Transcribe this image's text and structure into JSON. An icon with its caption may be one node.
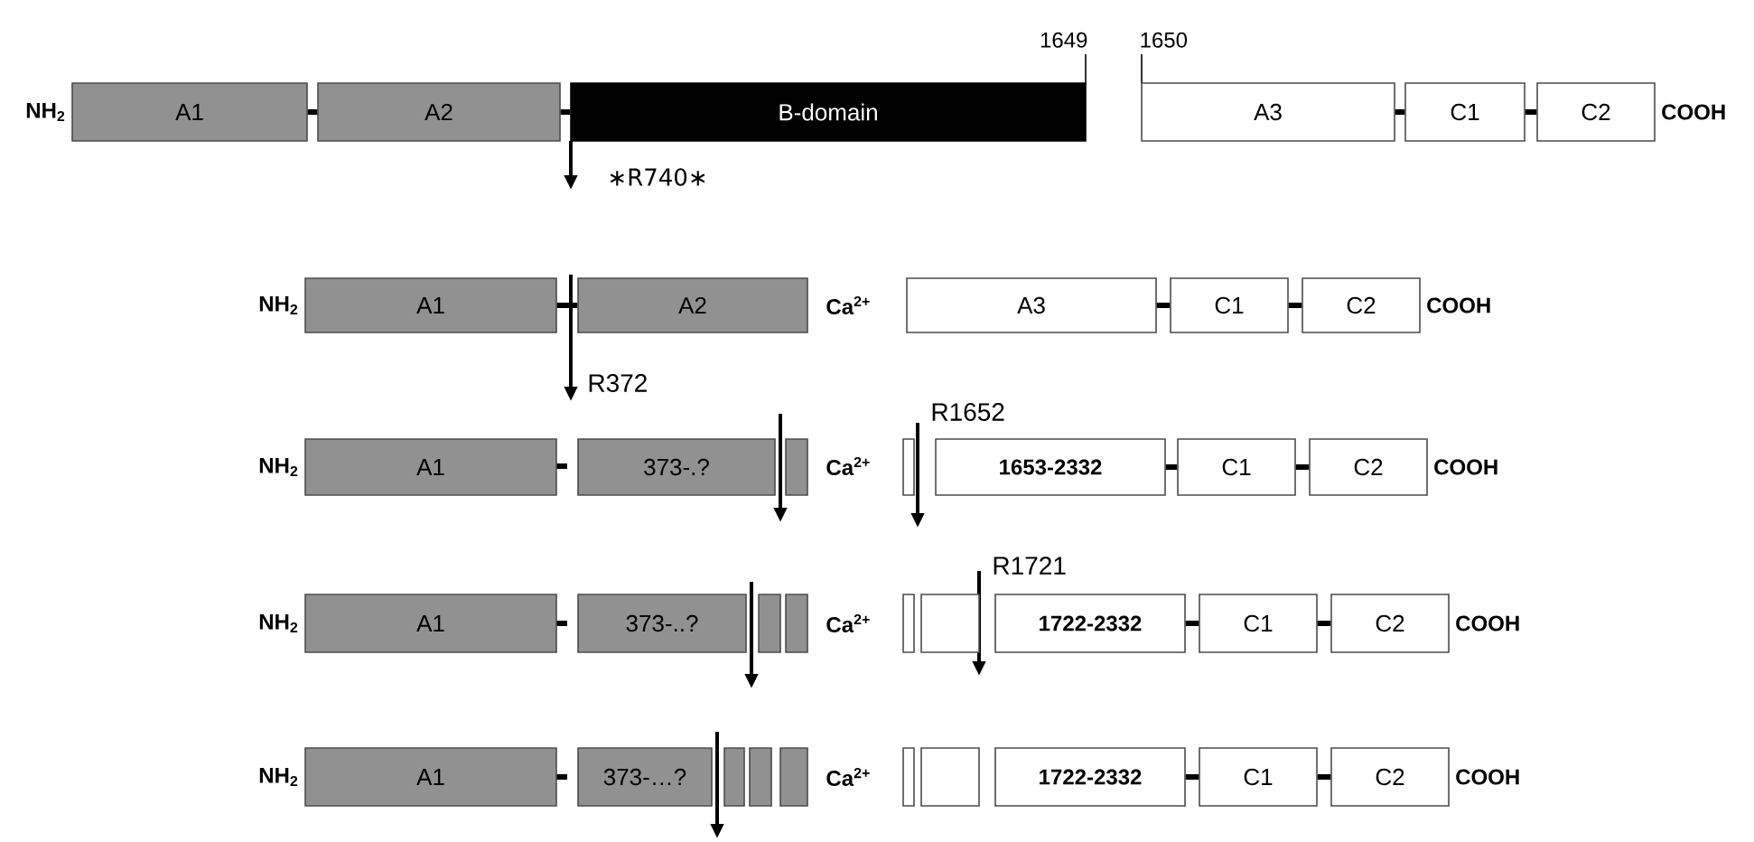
{
  "diagram": {
    "nodes": [
      {
        "text": [
          "A1"
        ],
        "beside": [
          "NH$_{2}$"
        ]
      },
      {
        "text": [
          "A2"
        ]
      },
      {
        "text": [
          "B-domain"
        ],
        "beside": [
          "1649"
        ]
      },
      {
        "text": [
          "A3"
        ],
        "beside": [
          "1650"
        ]
      },
      {
        "text": [
          "C1"
        ]
      },
      {
        "text": [
          "C2"
        ],
        "beside": [
          "COOH"
        ]
      },
      {
        "text": [
          "A1"
        ],
        "beside": [
          "NH$_{2}$"
        ]
      },
      {
        "text": [
          "A2"
        ]
      },
      {
        "text": [
          "A3"
        ]
      },
      {
        "text": [
          "C1"
        ]
      },
      {
        "text": [
          "C2"
        ],
        "beside": [
          "COOH"
        ]
      },
      {
        "text": [
          "A1"
        ],
        "beside": [
          "NH$_{2}$"
        ]
      },
      {
        "text": [
          "373-.?"
        ]
      },
      {
        "text": [],
        "shape": "box"
      },
      {
        "text": [],
        "shape": "box"
      },
      {
        "text": [
          "1653-2332"
        ]
      },
      {
        "text": [
          "C1"
        ]
      },
      {
        "text": [
          "C2"
        ],
        "beside": [
          "COOH"
        ]
      },
      {
        "text": [
          "A1"
        ],
        "beside": [
          "NH$_{2}$"
        ]
      },
      {
        "text": [
          "373-..?"
        ]
      },
      {
        "text": [],
        "shape": "box"
      },
      {
        "text": [],
        "shape": "box"
      },
      {
        "text": [],
        "shape": "box"
      },
      {
        "text": [],
        "shape": "box"
      },
      {
        "text": [
          "1722-2332"
        ]
      },
      {
        "text": [
          "C1"
        ]
      },
      {
        "text": [
          "C2"
        ],
        "beside": [
          "COOH"
        ]
      },
      {
        "text": [
          "A1"
        ],
        "beside": [
          "NH$_{2}$"
        ]
      },
      {
        "text": [
          "373-…?"
        ]
      },
      {
        "text": [],
        "shape": "box"
      },
      {
        "text": [],
        "shape": "box"
      },
      {
        "text": [],
        "shape": "box"
      },
      {
        "text": [],
        "shape": "box"
      },
      {
        "text": [],
        "shape": "box"
      },
      {
        "text": [
          "1722-2332"
        ]
      },
      {
        "text": [
          "C1"
        ]
      },
      {
        "text": [
          "C2"
        ],
        "beside": [
          "COOH"
        ]
      }
    ],
    "edges": [
      {
        "from": 0,
        "to": 1,
        "arrow": "none"
      },
      {
        "from": 1,
        "to": 2,
        "arrow": "none"
      },
      {
        "from": 3,
        "to": 4,
        "arrow": "none"
      },
      {
        "from": 4,
        "to": 5,
        "arrow": "none"
      },
      {
        "from": 6,
        "to": 7,
        "arrow": "none"
      },
      {
        "from": 8,
        "to": 9,
        "arrow": "none"
      },
      {
        "from": 9,
        "to": 10,
        "arrow": "none"
      },
      {
        "from": 15,
        "to": 16,
        "arrow": "none"
      },
      {
        "from": 16,
        "to": 17,
        "arrow": "none"
      },
      {
        "from": 24,
        "to": 25,
        "arrow": "none"
      },
      {
        "from": 25,
        "to": 26,
        "arrow": "none"
      },
      {
        "from": 34,
        "to": 35,
        "arrow": "none"
      },
      {
        "from": 35,
        "to": 36,
        "arrow": "none"
      }
    ],
    "labels": [
      "∗R740∗",
      "Ca$^{2+}$",
      "R372",
      "R1652",
      "Ca$^{2+}$",
      "R1721",
      "Ca$^{2+}$",
      "Ca$^{2+}$"
    ]
  }
}
